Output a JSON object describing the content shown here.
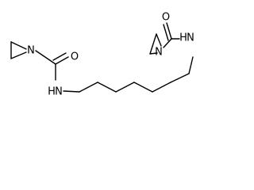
{
  "structure": {
    "atoms": {
      "n_aziridine_left": "N",
      "o_carbonyl_left": "O",
      "n_amide_left": "N",
      "h_amide_left": "H",
      "o_carbonyl_right": "O",
      "n_aziridine_right": "N",
      "h_amide_right": "H",
      "n_amide_right": "N"
    }
  }
}
